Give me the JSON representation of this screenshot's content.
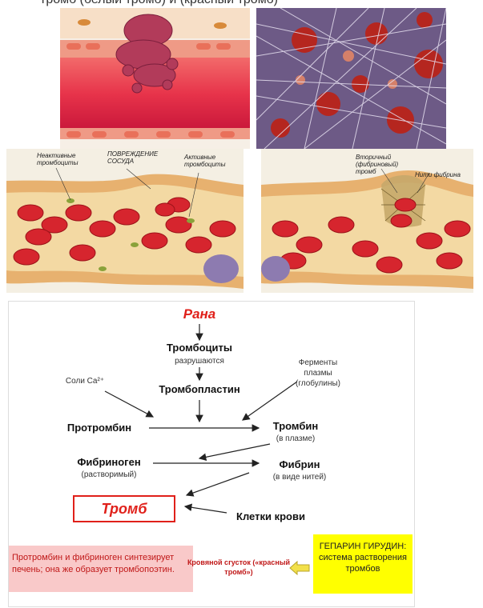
{
  "top_caption_partial": "тромб (белый тромб) и (красный тромб)",
  "image_labels": {
    "inactive_platelets": "Неактивные тромбоциты",
    "vessel_damage": "ПОВРЕЖДЕНИЕ СОСУДА",
    "active_platelets": "Активные тромбоциты",
    "secondary_thrombus": "Вторичный (фибриновый) тромб",
    "fibrin_threads": "Нити фибрина"
  },
  "scheme": {
    "wound": "Рана",
    "platelets": "Тромбоциты",
    "platelets_note": "разрушаются",
    "thromboplastin": "Тромбопластин",
    "calcium_salts": "Соли Ca²⁺",
    "plasma_enzymes": "Ферменты плазмы (глобулины)",
    "prothrombin": "Протромбин",
    "thrombin": "Тромбин",
    "thrombin_note": "(в плазме)",
    "fibrinogen": "Фибриноген",
    "fibrinogen_note": "(растворимый)",
    "fibrin": "Фибрин",
    "fibrin_note": "(в виде нитей)",
    "thrombus": "Тромб",
    "blood_cells": "Клетки крови",
    "liver_note": "Протромбин и фибриноген синтезирует печень; она же образует тромбопоэтин.",
    "red_clot": "Кровяной сгусток («красный тромб»)",
    "heparin_note": "ГЕПАРИН ГИРУДИН: система растворения тромбов"
  },
  "colors": {
    "accent_red": "#e0201a",
    "liver_box": "#f9c9c9",
    "heparin_box": "#ffff00",
    "arrow_yellow": "#f2e04a"
  }
}
